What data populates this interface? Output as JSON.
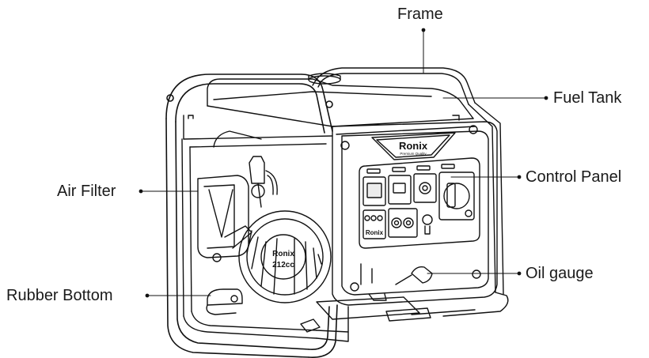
{
  "callouts": {
    "frame": "Frame",
    "fuel_tank": "Fuel Tank",
    "air_filter": "Air Filter",
    "control_panel": "Control Panel",
    "rubber_bottom": "Rubber Bottom",
    "oil_gauge": "Oil gauge"
  },
  "product": {
    "brand": "Ronix",
    "brand_tagline": "Premium Quality",
    "recoil_cover_brand": "Ronix",
    "recoil_cover_displacement": "212cc",
    "panel_brand": "Ronix"
  },
  "colors": {
    "line": "#111111",
    "text": "#1a1a1a",
    "background": "#ffffff"
  }
}
